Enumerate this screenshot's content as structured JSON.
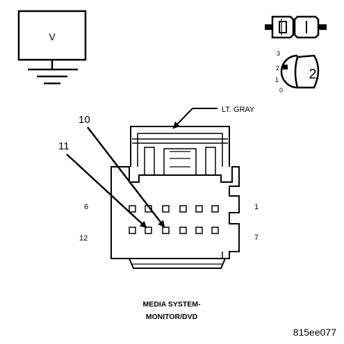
{
  "meter": {
    "label": "V"
  },
  "connector_state": {
    "position_label": "2",
    "scale": [
      "3",
      "2",
      "1",
      "0"
    ]
  },
  "connector": {
    "color_label": "LT. GRAY",
    "callouts": {
      "a": "10",
      "b": "11"
    },
    "pin_labels": {
      "top_left": "6",
      "bottom_left": "12",
      "top_right": "1",
      "bottom_right": "7"
    }
  },
  "caption": {
    "line1": "MEDIA SYSTEM-",
    "line2": "MONITOR/DVD"
  },
  "figure_id": "815ee077",
  "colors": {
    "ink": "#000000",
    "paper": "#ffffff"
  }
}
